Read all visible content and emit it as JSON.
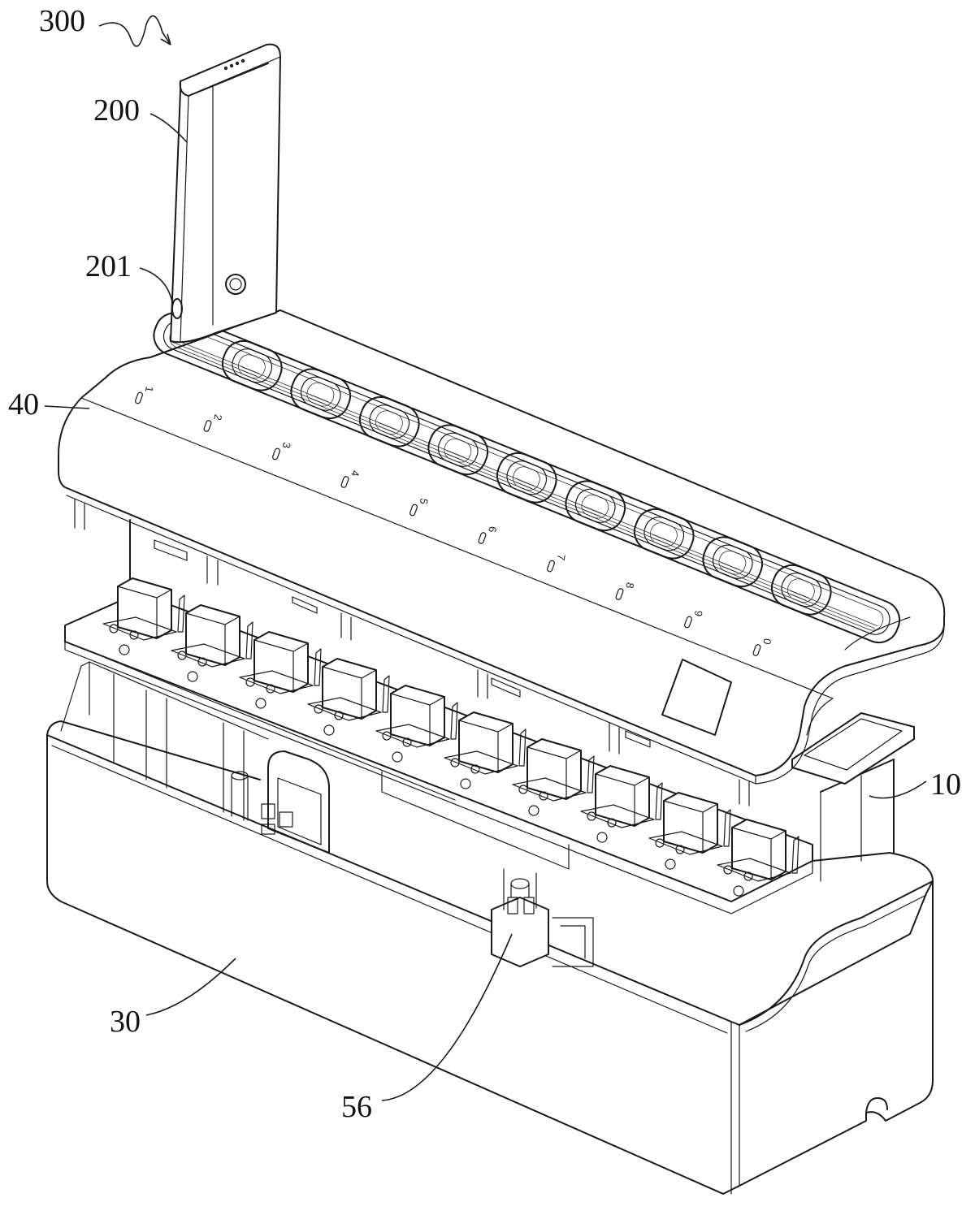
{
  "figure": {
    "reference_numerals": {
      "assembly": "300",
      "battery": "200",
      "battery_port": "201",
      "top_cover": "40",
      "circuit_board": "10",
      "base_housing": "30",
      "power_socket": "56"
    },
    "slot_numbers": [
      "1",
      "2",
      "3",
      "4",
      "5",
      "6",
      "7",
      "8",
      "9",
      "0"
    ],
    "slot_count": 10,
    "relay_count": 10
  }
}
